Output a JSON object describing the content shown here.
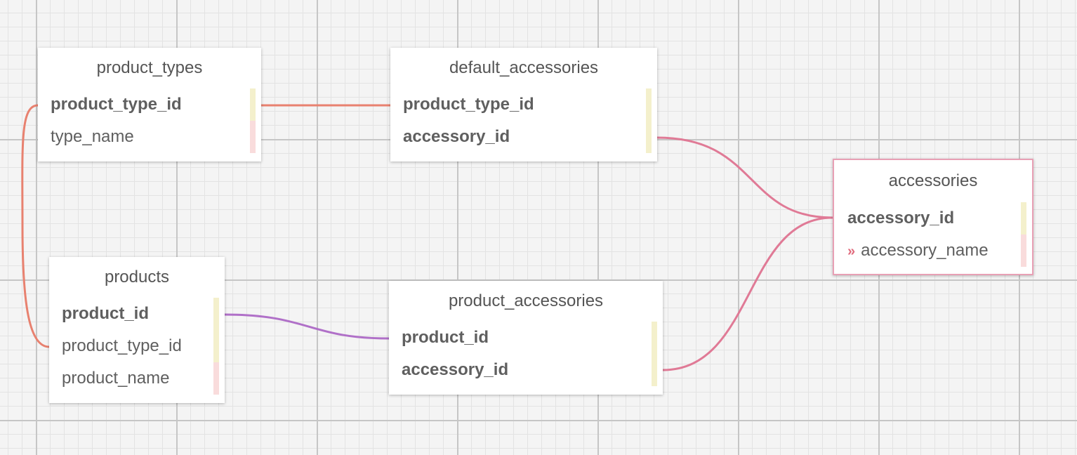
{
  "tables": {
    "product_types": {
      "title": "product_types",
      "rows": [
        {
          "label": "product_type_id",
          "key": true
        },
        {
          "label": "type_name",
          "key": false
        }
      ]
    },
    "default_accessories": {
      "title": "default_accessories",
      "rows": [
        {
          "label": "product_type_id",
          "key": true
        },
        {
          "label": "accessory_id",
          "key": true
        }
      ]
    },
    "accessories": {
      "title": "accessories",
      "rows": [
        {
          "label": "accessory_id",
          "key": true
        },
        {
          "label": "accessory_name",
          "key": false,
          "marker": "»"
        }
      ]
    },
    "products": {
      "title": "products",
      "rows": [
        {
          "label": "product_id",
          "key": true
        },
        {
          "label": "product_type_id",
          "key": false
        },
        {
          "label": "product_name",
          "key": false
        }
      ]
    },
    "product_accessories": {
      "title": "product_accessories",
      "rows": [
        {
          "label": "product_id",
          "key": true
        },
        {
          "label": "accessory_id",
          "key": true
        }
      ]
    }
  },
  "links": [
    {
      "from": "product_types.product_type_id",
      "to": "default_accessories.product_type_id",
      "color": "#e8816f"
    },
    {
      "from": "product_types.product_type_id",
      "to": "products.product_type_id",
      "color": "#e8816f"
    },
    {
      "from": "default_accessories.accessory_id",
      "to": "accessories.accessory_id",
      "color": "#e07a96"
    },
    {
      "from": "product_accessories.accessory_id",
      "to": "accessories.accessory_id",
      "color": "#e07a96"
    },
    {
      "from": "products.product_id",
      "to": "product_accessories.product_id",
      "color": "#b070c8"
    }
  ],
  "colors": {
    "key_bar": "#f4f0cc",
    "plain_bar": "#f9dcdc",
    "selected_border": "#e8a0b5",
    "marker": "#e06a7c"
  }
}
